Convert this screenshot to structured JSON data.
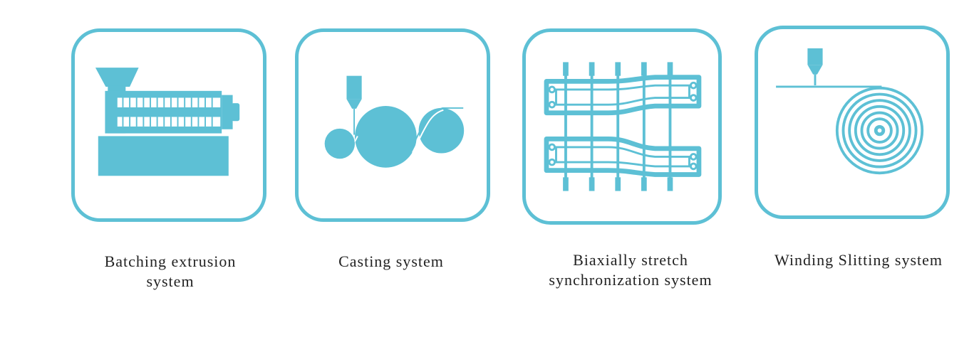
{
  "colors": {
    "accent": "#5dc0d5",
    "text": "#222222",
    "background": "#ffffff"
  },
  "steps": [
    {
      "icon": "extruder-icon",
      "caption_lines": [
        "Batching extrusion",
        "system"
      ]
    },
    {
      "icon": "casting-rollers-icon",
      "caption_lines": [
        "Casting system"
      ]
    },
    {
      "icon": "stretching-frame-icon",
      "caption_lines": [
        "Biaxially stretch",
        "synchronization system"
      ]
    },
    {
      "icon": "winding-roll-icon",
      "caption_lines": [
        "Winding Slitting system"
      ]
    }
  ]
}
